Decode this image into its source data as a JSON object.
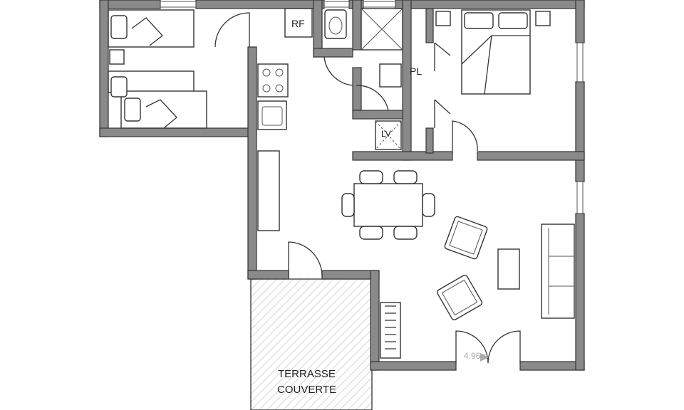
{
  "plan": {
    "labels": {
      "fridge": "RF",
      "closet": "PL",
      "washer": "LV",
      "terrace_line1": "TERRASSE",
      "terrace_line2": "COUVERTE",
      "dimension": "4.96m"
    },
    "colors": {
      "wall": "#8a8a8a",
      "outline": "#333333",
      "background": "#ffffff"
    }
  }
}
